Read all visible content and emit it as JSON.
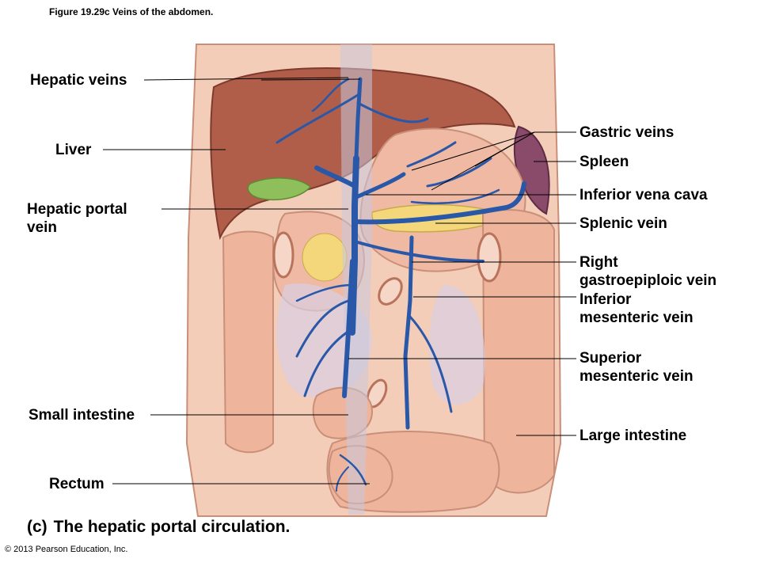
{
  "caption": "Figure 19.29c  Veins of the abdomen.",
  "labels": {
    "hepatic_veins": "Hepatic veins",
    "liver": "Liver",
    "hepatic_portal_vein": [
      "Hepatic portal",
      "vein"
    ],
    "small_intestine": "Small intestine",
    "rectum": "Rectum",
    "gastric_veins": "Gastric veins",
    "spleen": "Spleen",
    "inferior_vena_cava": "Inferior vena cava",
    "splenic_vein": "Splenic vein",
    "right_gastroepiploic_vein": [
      "Right",
      "gastroepiploic vein"
    ],
    "inferior_mesenteric_vein": [
      "Inferior",
      "mesenteric vein"
    ],
    "superior_mesenteric_vein": [
      "Superior",
      "mesenteric vein"
    ],
    "large_intestine": "Large intestine"
  },
  "panel": {
    "letter": "(c)",
    "title": "The hepatic portal circulation."
  },
  "copyright": "© 2013 Pearson Education, Inc.",
  "colors": {
    "vein": "#2a58a8",
    "tissue": "#f2c1a8",
    "tissue_dark": "#d9937a",
    "liver": "#a85a48",
    "fat": "#f3d77a",
    "gallbladder": "#8fbf5a",
    "spleen": "#8a4a6a"
  }
}
